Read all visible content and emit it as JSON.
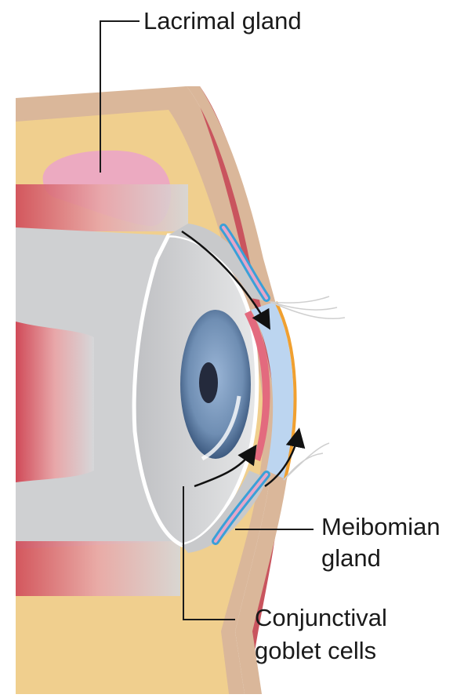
{
  "labels": {
    "lacrimal_gland": "Lacrimal gland",
    "meibomian_gland_line1": "Meibomian",
    "meibomian_gland_line2": "gland",
    "conjunctival_line1": "Conjunctival",
    "conjunctival_line2": "goblet cells"
  },
  "colors": {
    "fat_tissue": "#f0cf8e",
    "skin_outer": "#dab79a",
    "muscle_red": "#c9545e",
    "lacrimal_gland": "#ecaac1",
    "sclera_gray": "#d3d4d6",
    "iris_blue": "#6f8eb3",
    "pupil": "#242a3c",
    "tear_film": "#bcd5f0",
    "orange_edge": "#f0a030",
    "meibomian_blue": "#3aa0d8",
    "leader_line": "#1a1a1a"
  }
}
